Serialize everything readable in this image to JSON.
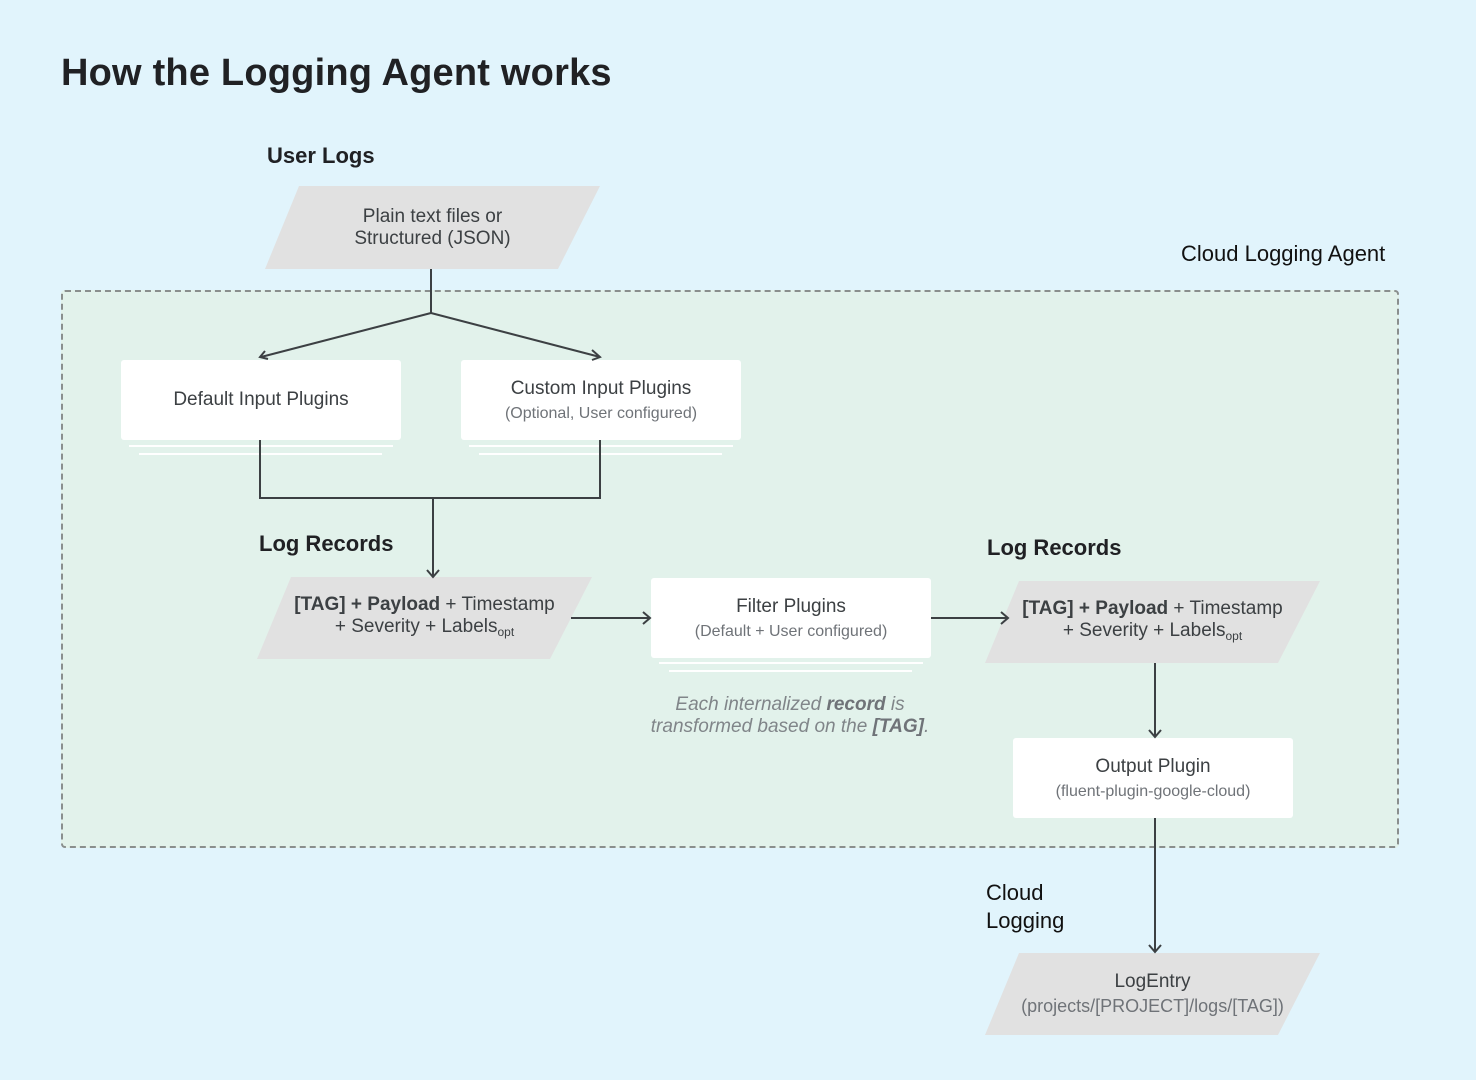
{
  "title": "How the Logging Agent works",
  "user_logs": {
    "heading": "User Logs",
    "line1": "Plain text files or",
    "line2": "Structured (JSON)"
  },
  "agent": {
    "label": "Cloud Logging Agent",
    "default_input": "Default Input Plugins",
    "custom_input": {
      "label": "Custom Input Plugins",
      "sub": "(Optional, User configured)"
    },
    "log_records_left": {
      "heading": "Log Records",
      "tag": "[TAG]",
      "plus1": " + ",
      "payload": "Payload",
      "timestamp": " + Timestamp",
      "line2": "+ Severity + Labels",
      "opt": "opt"
    },
    "filter": {
      "label": "Filter Plugins",
      "sub": "(Default + User configured)"
    },
    "note": {
      "pre": "Each internalized ",
      "record": "record",
      "is": " is",
      "line2_pre": "transformed based on the ",
      "tag": "[TAG]",
      "end": "."
    },
    "log_records_right": {
      "heading": "Log Records",
      "tag": "[TAG]",
      "plus1": " + ",
      "payload": "Payload",
      "timestamp": " + Timestamp",
      "line2": "+ Severity + Labels",
      "opt": "opt"
    },
    "output": {
      "label": "Output Plugin",
      "sub": "(fluent-plugin-google-cloud)"
    }
  },
  "cloud_logging": {
    "line1": "Cloud",
    "line2": "Logging",
    "entry": "LogEntry",
    "entry_sub": "(projects/[PROJECT]/logs/[TAG])"
  },
  "colors": {
    "background": "#e1f4fc",
    "agent_box": "#e2f2eb",
    "record_shape": "#e1e1e1",
    "plugin_box": "#ffffff",
    "wire": "#3c4043"
  }
}
